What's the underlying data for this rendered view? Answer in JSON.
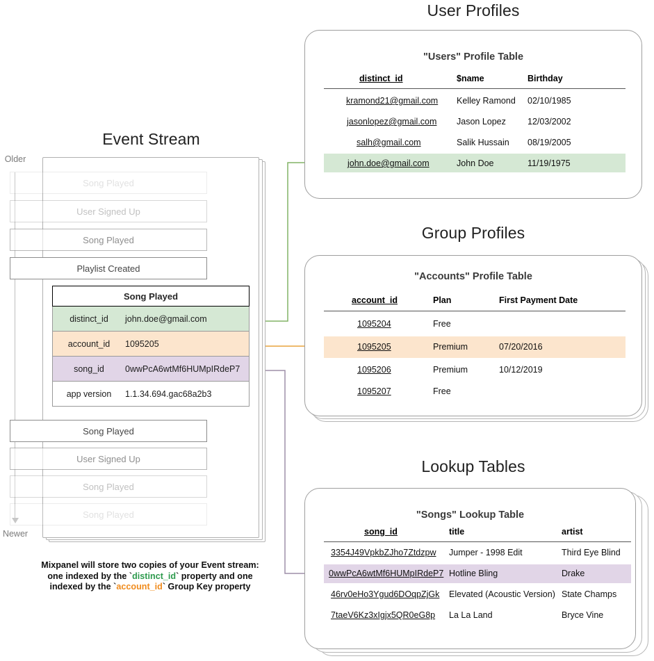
{
  "sections": {
    "event_stream_title": "Event Stream",
    "user_profiles_title": "User Profiles",
    "group_profiles_title": "Group Profiles",
    "lookup_tables_title": "Lookup Tables"
  },
  "timeline": {
    "older": "Older",
    "newer": "Newer"
  },
  "event_stream": {
    "rows_above": [
      {
        "label": "Song Played",
        "fade": "f1"
      },
      {
        "label": "User Signed Up",
        "fade": "f2"
      },
      {
        "label": "Song Played",
        "fade": "f3"
      },
      {
        "label": "Playlist Created",
        "fade": "f4"
      }
    ],
    "expanded": {
      "name": "Song Played",
      "properties": [
        {
          "key": "distinct_id",
          "value": "john.doe@gmail.com",
          "color": "#d5e8d4"
        },
        {
          "key": "account_id",
          "value": "1095205",
          "color": "#fce5cd"
        },
        {
          "key": "song_id",
          "value": "0wwPcA6wtMf6HUMpIRdeP7",
          "color": "#e1d5e7"
        },
        {
          "key": "app version",
          "value": "1.1.34.694.gac68a2b3",
          "color": "#ffffff"
        }
      ]
    },
    "rows_below": [
      {
        "label": "Song Played",
        "fade": "f4"
      },
      {
        "label": "User Signed Up",
        "fade": "f3"
      },
      {
        "label": "Song Played",
        "fade": "f2"
      },
      {
        "label": "Song Played",
        "fade": "f1"
      }
    ]
  },
  "users_table": {
    "title": "\"Users\" Profile Table",
    "columns": [
      "distinct_id",
      "$name",
      "Birthday"
    ],
    "rows": [
      {
        "distinct_id": "kramond21@gmail.com",
        "name": "Kelley Ramond",
        "birthday": "02/10/1985",
        "highlight": false
      },
      {
        "distinct_id": "jasonlopez@gmail.com",
        "name": "Jason Lopez",
        "birthday": "12/03/2002",
        "highlight": false
      },
      {
        "distinct_id": "salh@gmail.com",
        "name": "Salik Hussain",
        "birthday": "08/19/2005",
        "highlight": false
      },
      {
        "distinct_id": "john.doe@gmail.com",
        "name": "John Doe",
        "birthday": "11/19/1975",
        "highlight": true
      }
    ],
    "highlight_color": "#d5e8d4"
  },
  "accounts_table": {
    "title": "\"Accounts\" Profile Table",
    "columns": [
      "account_id",
      "Plan",
      "First Payment Date"
    ],
    "rows": [
      {
        "account_id": "1095204",
        "plan": "Free",
        "first_payment": "",
        "highlight": false
      },
      {
        "account_id": "1095205",
        "plan": "Premium",
        "first_payment": "07/20/2016",
        "highlight": true
      },
      {
        "account_id": "1095206",
        "plan": "Premium",
        "first_payment": "10/12/2019",
        "highlight": false
      },
      {
        "account_id": "1095207",
        "plan": "Free",
        "first_payment": "",
        "highlight": false
      }
    ],
    "highlight_color": "#fce5cd"
  },
  "songs_table": {
    "title": "\"Songs\" Lookup Table",
    "columns": [
      "song_id",
      "title",
      "artist"
    ],
    "rows": [
      {
        "song_id": "3354J49VpkbZJho7Ztdzpw",
        "title": "Jumper - 1998 Edit",
        "artist": "Third Eye Blind",
        "highlight": false
      },
      {
        "song_id": "0wwPcA6wtMf6HUMpIRdeP7",
        "title": "Hotline Bling",
        "artist": "Drake",
        "highlight": true
      },
      {
        "song_id": "46rv0eHo3Ygud6DOqpZjGk",
        "title": "Elevated (Acoustic Version)",
        "artist": "State Champs",
        "highlight": false
      },
      {
        "song_id": "7taeV6Kz3xIgjx5QR0eG8p",
        "title": "La La Land",
        "artist": "Bryce Vine",
        "highlight": false
      }
    ],
    "highlight_color": "#e1d5e7"
  },
  "caption": {
    "line1": "Mixpanel will store two copies of your Event stream:",
    "line2_a": "one indexed by the `",
    "line2_kw": "distinct_id",
    "line2_b": "` property and one",
    "line3_a": "indexed by the `",
    "line3_kw": "account_id",
    "line3_b": "` Group Key property"
  },
  "connectors": {
    "distinct_id_color": "#82b366",
    "account_id_color": "#e8a33d",
    "song_id_color": "#9673a6"
  }
}
